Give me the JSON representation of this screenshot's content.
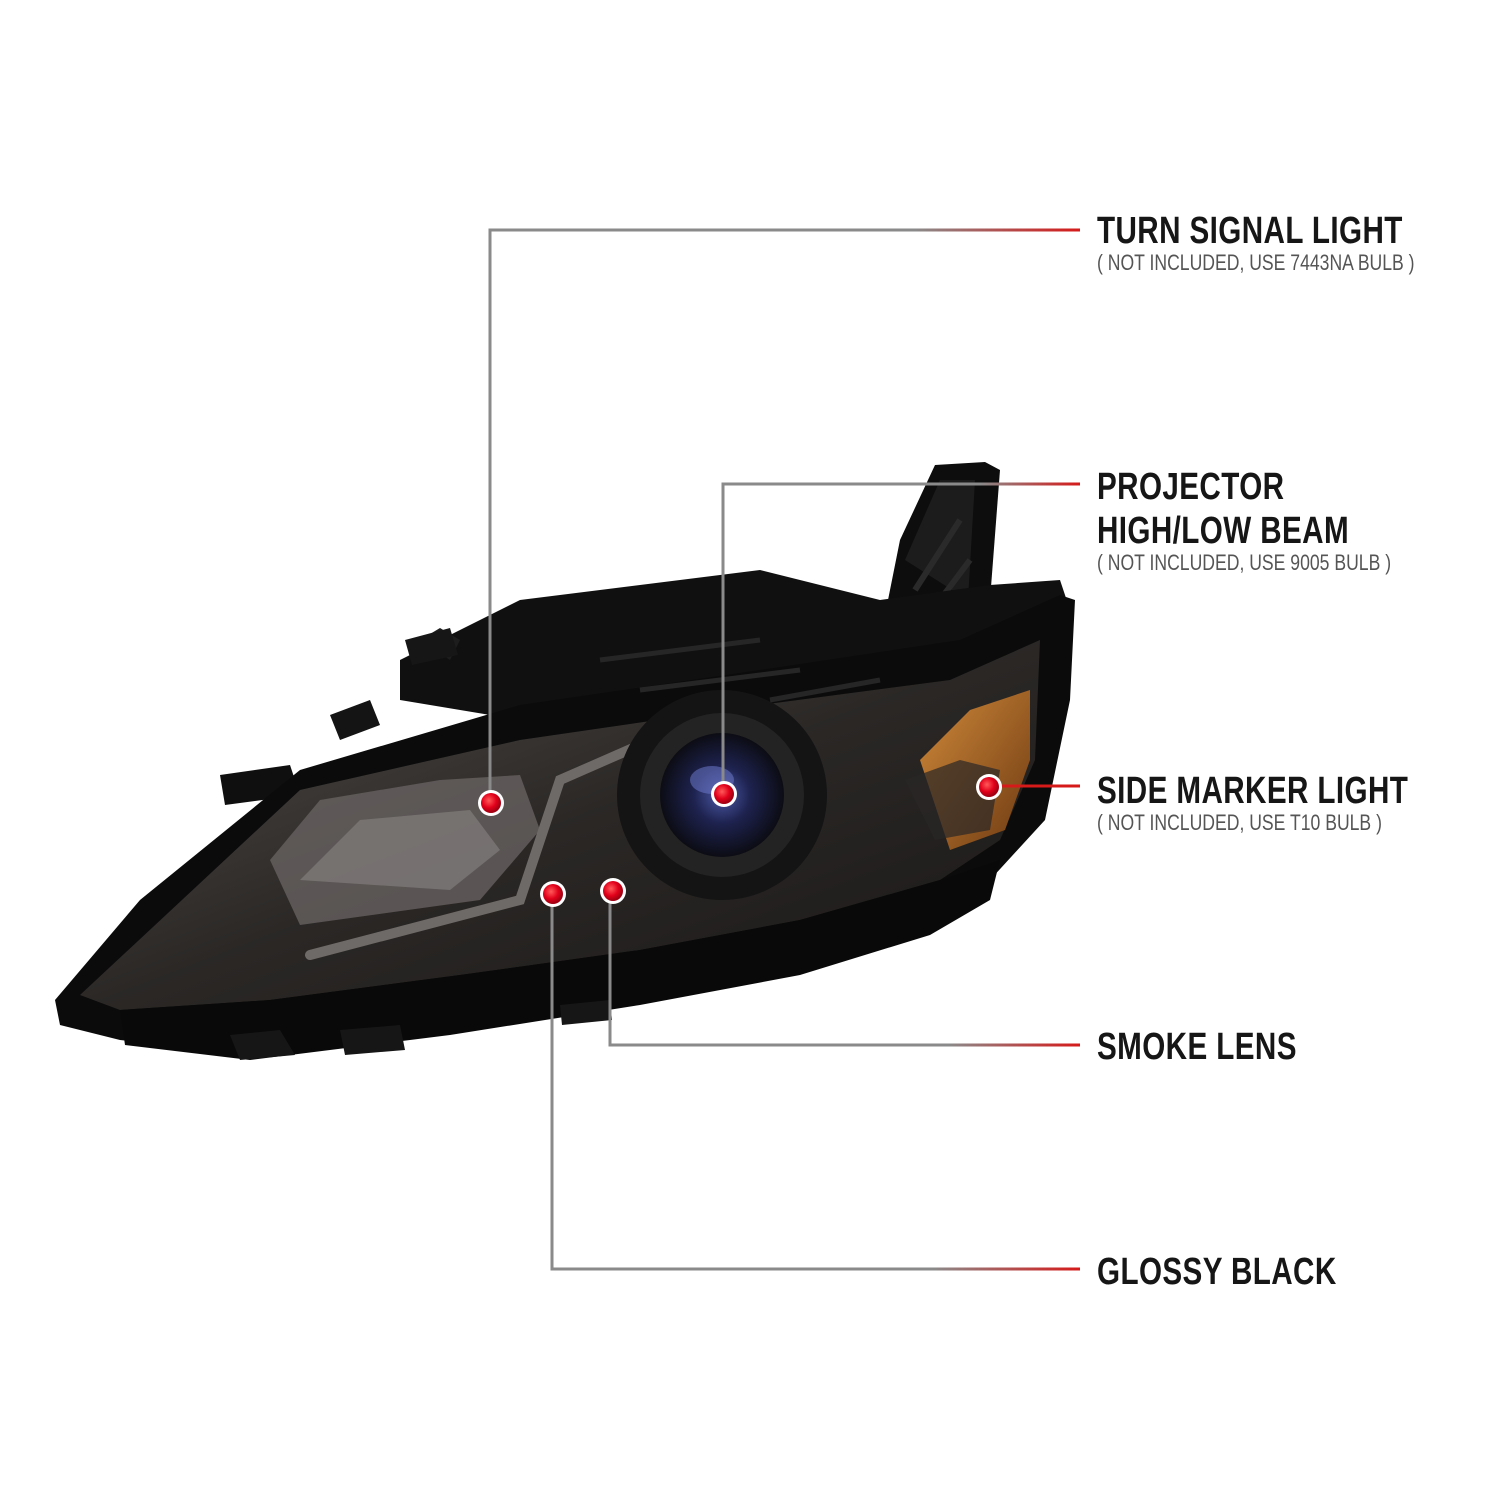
{
  "colors": {
    "background": "#ffffff",
    "leader_gray": "#8a8a8a",
    "leader_red": "#d61a1a",
    "dot_red": "#e2001a",
    "housing_black": "#0b0b0b",
    "lens_smoke": "#3a3634",
    "amber": "#b5651d"
  },
  "image": {
    "subject": "headlight-illustration"
  },
  "callouts": [
    {
      "id": "turn-signal",
      "title": "TURN SIGNAL LIGHT",
      "note": "( NOT INCLUDED, USE  7443NA  BULB )"
    },
    {
      "id": "projector",
      "title_line1": "PROJECTOR",
      "title_line2": "HIGH/LOW BEAM",
      "note": "( NOT INCLUDED, USE  9005  BULB )"
    },
    {
      "id": "side-marker",
      "title": "SIDE MARKER LIGHT",
      "note": "( NOT INCLUDED, USE  T10  BULB )"
    },
    {
      "id": "smoke-lens",
      "title": "SMOKE LENS"
    },
    {
      "id": "glossy-black",
      "title": "GLOSSY BLACK"
    }
  ]
}
